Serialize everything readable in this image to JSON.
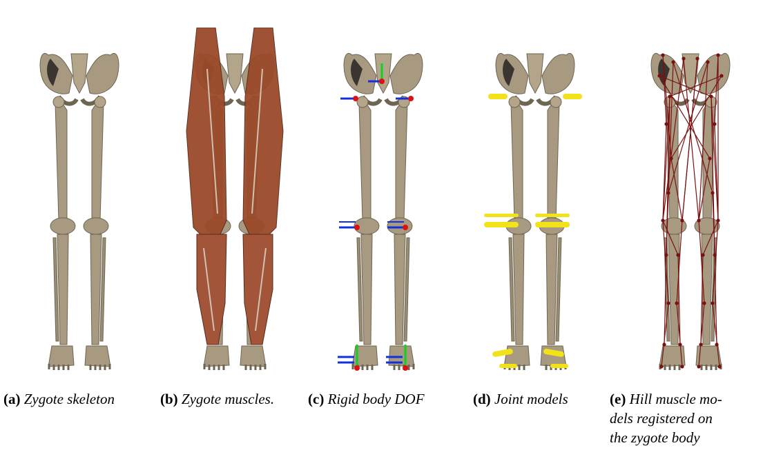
{
  "figure": {
    "panels": [
      {
        "id": "a",
        "label": "(a)",
        "caption": "Zygote skeleton"
      },
      {
        "id": "b",
        "label": "(b)",
        "caption": "Zygote muscles."
      },
      {
        "id": "c",
        "label": "(c)",
        "caption": "Rigid body DOF"
      },
      {
        "id": "d",
        "label": "(d)",
        "caption": "Joint models"
      },
      {
        "id": "e",
        "label": "(e)",
        "caption_lines": [
          "Hill muscle mo-",
          "dels registered on",
          "the zygote body"
        ]
      }
    ],
    "colors": {
      "bone": "#a89a80",
      "bone_dark": "#6e6452",
      "muscle": "#9a4a2a",
      "axis_x": "#1030e0",
      "axis_y": "#10d020",
      "joint_center": "#e01010",
      "joint_model": "#f2e21a",
      "hill_muscle": "#7a1010"
    }
  }
}
